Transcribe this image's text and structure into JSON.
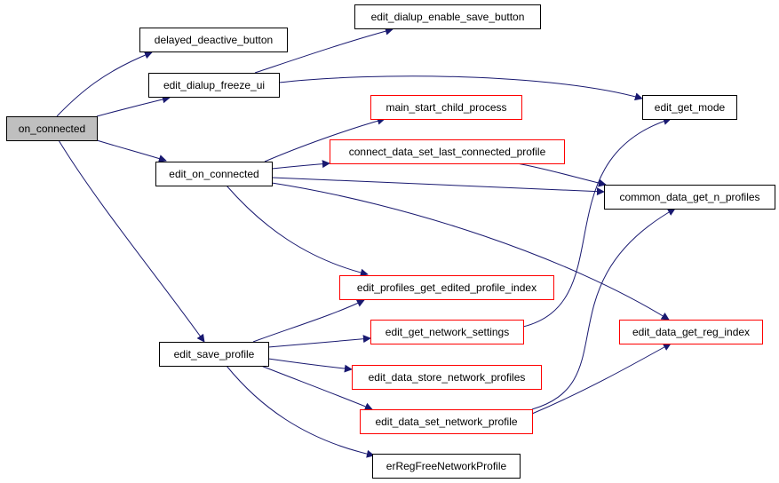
{
  "diagram": {
    "colors": {
      "background": "#ffffff",
      "root_fill": "#bfbfbf",
      "node_fill": "#ffffff",
      "node_border_default": "#000000",
      "node_border_highlight": "#ff0000",
      "edge": "#191970"
    },
    "nodes": [
      {
        "id": "on_connected",
        "label": "on_connected",
        "border": "black",
        "root": true
      },
      {
        "id": "delayed_deactive_button",
        "label": "delayed_deactive_button",
        "border": "black"
      },
      {
        "id": "edit_dialup_freeze_ui",
        "label": "edit_dialup_freeze_ui",
        "border": "black"
      },
      {
        "id": "edit_dialup_enable_save_button",
        "label": "edit_dialup_enable_save_button",
        "border": "black"
      },
      {
        "id": "edit_get_mode",
        "label": "edit_get_mode",
        "border": "black"
      },
      {
        "id": "edit_on_connected",
        "label": "edit_on_connected",
        "border": "black"
      },
      {
        "id": "main_start_child_process",
        "label": "main_start_child_process",
        "border": "red"
      },
      {
        "id": "connect_data_set_last_connected_profile",
        "label": "connect_data_set_last_connected_profile",
        "border": "red"
      },
      {
        "id": "common_data_get_n_profiles",
        "label": "common_data_get_n_profiles",
        "border": "black"
      },
      {
        "id": "edit_profiles_get_edited_profile_index",
        "label": "edit_profiles_get_edited_profile_index",
        "border": "red"
      },
      {
        "id": "edit_get_network_settings",
        "label": "edit_get_network_settings",
        "border": "red"
      },
      {
        "id": "edit_data_get_reg_index",
        "label": "edit_data_get_reg_index",
        "border": "red"
      },
      {
        "id": "edit_save_profile",
        "label": "edit_save_profile",
        "border": "black"
      },
      {
        "id": "edit_data_store_network_profiles",
        "label": "edit_data_store_network_profiles",
        "border": "red"
      },
      {
        "id": "edit_data_set_network_profile",
        "label": "edit_data_set_network_profile",
        "border": "red"
      },
      {
        "id": "erRegFreeNetworkProfile",
        "label": "erRegFreeNetworkProfile",
        "border": "black"
      }
    ],
    "edges": [
      [
        "on_connected",
        "delayed_deactive_button"
      ],
      [
        "on_connected",
        "edit_dialup_freeze_ui"
      ],
      [
        "on_connected",
        "edit_on_connected"
      ],
      [
        "on_connected",
        "edit_save_profile"
      ],
      [
        "edit_dialup_freeze_ui",
        "edit_dialup_enable_save_button"
      ],
      [
        "edit_dialup_freeze_ui",
        "edit_get_mode"
      ],
      [
        "edit_on_connected",
        "main_start_child_process"
      ],
      [
        "edit_on_connected",
        "connect_data_set_last_connected_profile"
      ],
      [
        "edit_on_connected",
        "common_data_get_n_profiles"
      ],
      [
        "edit_on_connected",
        "edit_profiles_get_edited_profile_index"
      ],
      [
        "edit_on_connected",
        "edit_data_get_reg_index"
      ],
      [
        "connect_data_set_last_connected_profile",
        "common_data_get_n_profiles"
      ],
      [
        "edit_save_profile",
        "edit_profiles_get_edited_profile_index"
      ],
      [
        "edit_save_profile",
        "edit_get_network_settings"
      ],
      [
        "edit_save_profile",
        "edit_data_store_network_profiles"
      ],
      [
        "edit_save_profile",
        "edit_data_set_network_profile"
      ],
      [
        "edit_save_profile",
        "erRegFreeNetworkProfile"
      ],
      [
        "edit_get_network_settings",
        "edit_get_mode"
      ],
      [
        "edit_data_set_network_profile",
        "common_data_get_n_profiles"
      ],
      [
        "edit_data_set_network_profile",
        "edit_data_get_reg_index"
      ]
    ]
  }
}
